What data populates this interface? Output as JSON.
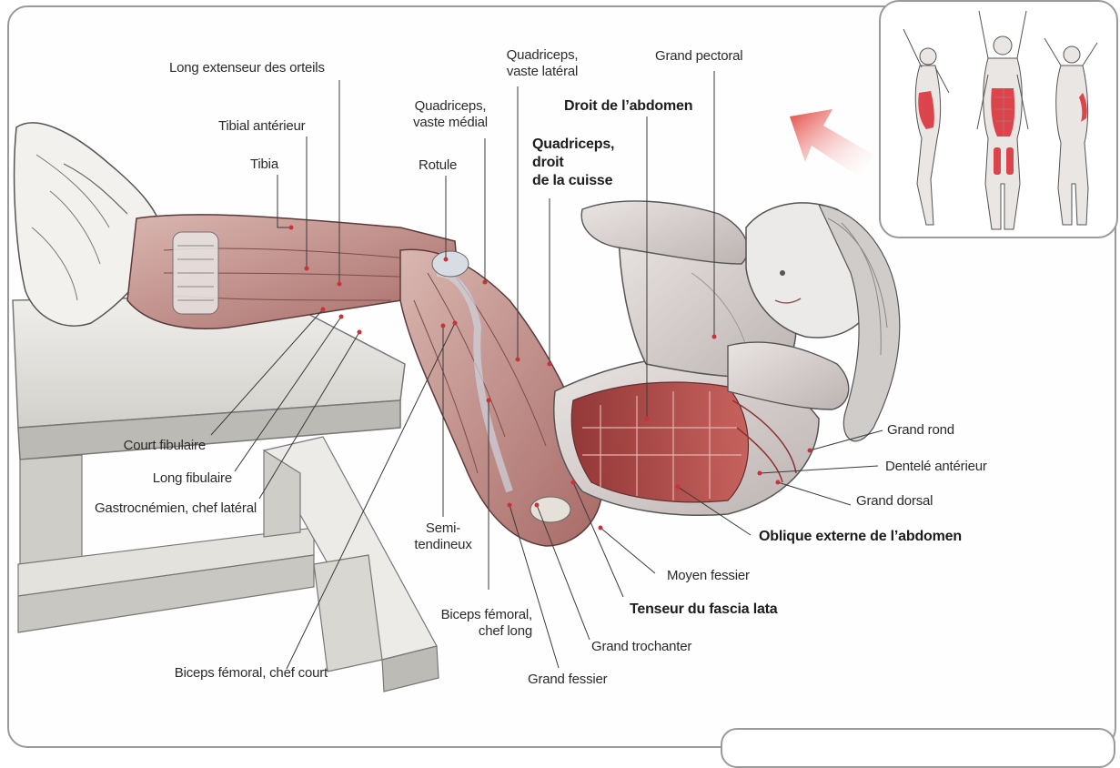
{
  "labels": {
    "long_extenseur_des_orteils": "Long extenseur des orteils",
    "tibial_anterieur": "Tibial antérieur",
    "tibia": "Tibia",
    "quadriceps_vaste_lateral": "Quadriceps,\nvaste latéral",
    "grand_pectoral": "Grand pectoral",
    "quadriceps_vaste_medial": "Quadriceps,\nvaste médial",
    "droit_de_labdomen": "Droit de l’abdomen",
    "rotule": "Rotule",
    "quadriceps_droit_de_la_cuisse": "Quadriceps,\ndroit\nde la cuisse",
    "court_fibulaire": "Court fibulaire",
    "long_fibulaire": "Long fibulaire",
    "gastrocnemien_chef_lateral": "Gastrocnémien, chef latéral",
    "semi_tendineux": "Semi-\ntendineux",
    "biceps_femoral_chef_long": "Biceps fémoral,\nchef long",
    "biceps_femoral_chef_court": "Biceps fémoral, chef court",
    "grand_fessier": "Grand fessier",
    "grand_trochanter": "Grand trochanter",
    "tenseur_du_fascia_lata": "Tenseur du fascia lata",
    "moyen_fessier": "Moyen fessier",
    "oblique_externe_de_labdomen": "Oblique externe de l’abdomen",
    "grand_dorsal": "Grand dorsal",
    "dentele_anterieur": "Dentelé antérieur",
    "grand_rond": "Grand rond"
  },
  "colors": {
    "muscle_highlight": "#c8333a",
    "arrow": "#e2443f",
    "frame": "#9a9a9a",
    "leader_line": "#3a3a3a"
  }
}
